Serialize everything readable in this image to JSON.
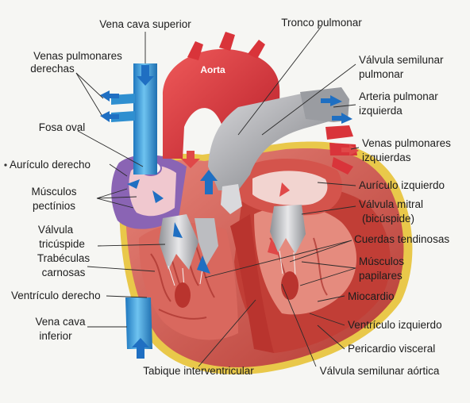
{
  "diagram": {
    "labels": {
      "vena_cava_superior": "Vena cava superior",
      "tronco_pulmonar": "Tronco pulmonar",
      "venas_pulmonares_derechas_1": "Venas pulmonares",
      "venas_pulmonares_derechas_2": "derechas",
      "aorta": "Aorta",
      "valvula_semilunar_pulmonar_1": "Válvula semilunar",
      "valvula_semilunar_pulmonar_2": "pulmonar",
      "arteria_pulmonar_izquierda_1": "Arteria pulmonar",
      "arteria_pulmonar_izquierda_2": "izquierda",
      "fosa_oval": "Fosa oval",
      "venas_pulmonares_izquierdas_1": "Venas pulmonares",
      "venas_pulmonares_izquierdas_2": "izquierdas",
      "auriculo_derecho": "Aurículo derecho",
      "auriculo_izquierdo": "Aurículo izquierdo",
      "musculos_pectinios_1": "Músculos",
      "musculos_pectinios_2": "pectínios",
      "valvula_mitral_1": "Válvula mitral",
      "valvula_mitral_2": "(bicúspide)",
      "valvula_tricuspide_1": "Válvula",
      "valvula_tricuspide_2": "tricúspide",
      "cuerdas_tendinosas": "Cuerdas tendinosas",
      "trabeculas_carnosas_1": "Trabéculas",
      "trabeculas_carnosas_2": "carnosas",
      "musculos_papilares_1": "Músculos",
      "musculos_papilares_2": "papilares",
      "ventriculo_derecho": "Ventrículo derecho",
      "miocardio": "Miocardio",
      "vena_cava_inferior_1": "Vena cava",
      "vena_cava_inferior_2": "inferior",
      "ventriculo_izquierdo": "Ventrículo izquierdo",
      "pericardio_visceral": "Pericardio visceral",
      "tabique_interventricular": "Tabique interventricular",
      "valvula_semilunar_aortica": "Válvula semilunar aórtica"
    },
    "colors": {
      "artery_red": "#d9343a",
      "muscle_red": "#c9443c",
      "muscle_light": "#e0766a",
      "vein_blue": "#2f8fd0",
      "valve_gray": "#c9c9cc",
      "pericardium_yellow": "#e9c84a",
      "atrium_purple": "#8a64b4",
      "arrow_blue": "#1f6fc2"
    }
  }
}
